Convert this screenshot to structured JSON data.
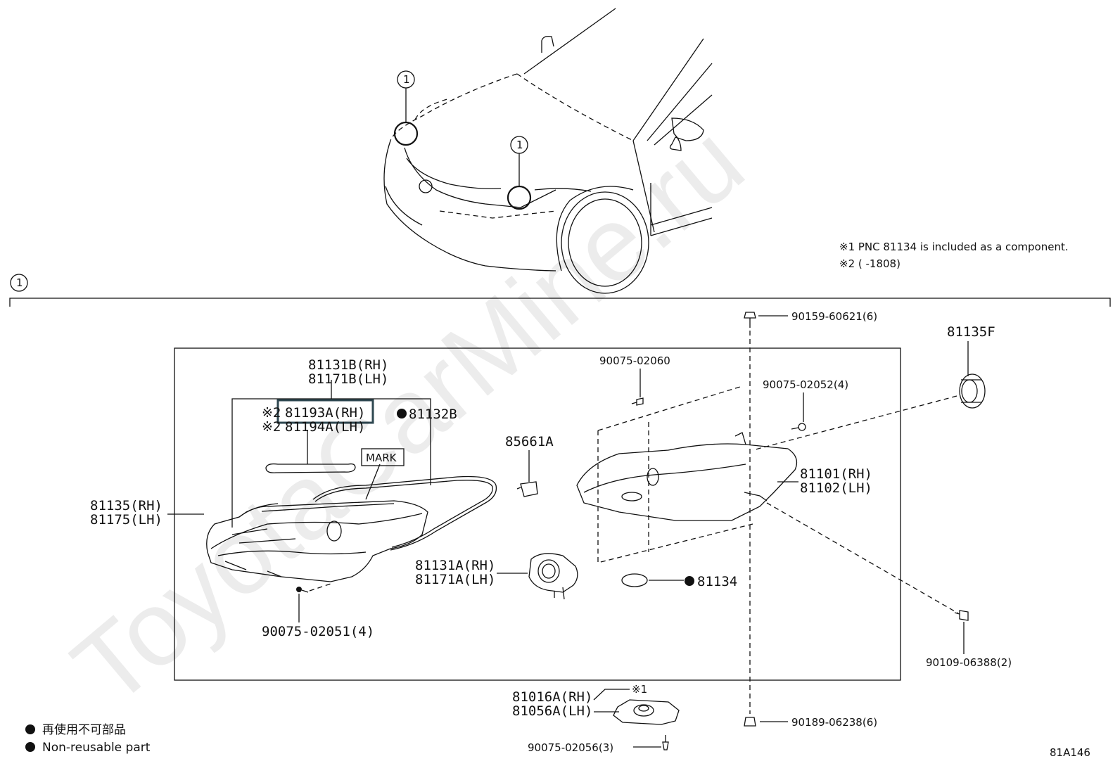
{
  "watermark": "ToyotaCarMine.ru",
  "callout_index": "1",
  "notes": {
    "note1": "※1 PNC 81134 is included as a component.",
    "note2": "※2 (        -1808)"
  },
  "labels": {
    "lamp_assy_rh": "81135(RH)",
    "lamp_assy_lh": "81175(LH)",
    "unit_b_rh": "81131B(RH)",
    "unit_b_lh": "81171B(LH)",
    "mark_ref": "※2",
    "cover_rh": "81193A(RH)",
    "cover_lh": "81194A(LH)",
    "gasket": "81132B",
    "mark": "MARK",
    "socket": "85661A",
    "screw_2060": "90075-02060",
    "screw_2052": "90075-02052(4)",
    "bolt_top": "90159-60621(6)",
    "cap": "81135F",
    "housing_rh": "81101(RH)",
    "housing_lh": "81102(LH)",
    "unit_a_rh": "81131A(RH)",
    "unit_a_lh": "81171A(LH)",
    "oring": "81134",
    "screw_2051": "90075-02051(4)",
    "bolt_6388": "90109-06388(2)",
    "computer_rh": "81016A(RH)",
    "computer_lh": "81056A(LH)",
    "computer_ref": "※1",
    "bolt_bottom": "90189-06238(6)",
    "screw_2056": "90075-02056(3)"
  },
  "legend": {
    "jp": "再使用不可部品",
    "en": "Non-reusable part"
  },
  "figure_code": "81A146"
}
